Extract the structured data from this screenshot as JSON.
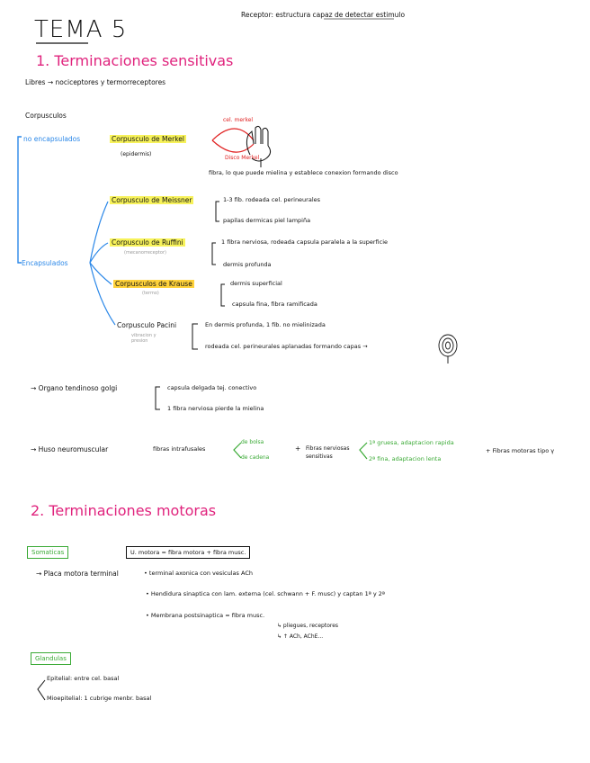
{
  "header": {
    "title": "TEMA 5",
    "top_note": "Receptor: estructura capaz de detectar estimulo"
  },
  "section1": {
    "heading": "1. Terminaciones sensitivas",
    "intro": "Libres → nociceptores y termorreceptores",
    "corpusculos_label": "Corpusculos",
    "no_encapsulados": "no encapsulados",
    "encapsulados": "Encapsulados",
    "merkel": {
      "name": "Corpusculo de Merkel",
      "sub": "(epidermis)",
      "cel_label": "cel. merkel",
      "disco_label": "Disco Merkel",
      "desc": "fibra, lo que puede mielina y establece conexion formando disco"
    },
    "meissner": {
      "name": "Corpusculo de Meissner",
      "line1": "1-3 fib. rodeada cel. perineurales",
      "line2": "papilas dermicas piel lampiña"
    },
    "ruffini": {
      "name": "Corpusculo de Ruffini",
      "sub": "(mecanorreceptor)",
      "line1": "1 fibra nerviosa, rodeada capsula paralela a la superficie",
      "line2": "dermis profunda"
    },
    "krause": {
      "name": "Corpusculos de Krause",
      "sub": "(termo)",
      "line1": "dermis superficial",
      "line2": "capsula fina, fibra ramificada"
    },
    "pacini": {
      "name": "Corpusculo Pacini",
      "sub": "vibracion y presion",
      "line1": "En dermis profunda, 1 fib. no mielinizada",
      "line2": "rodeada cel. perineurales aplanadas formando capas →"
    },
    "golgi": {
      "label": "→ Organo tendinoso golgi",
      "line1": "capsula delgada tej. conectivo",
      "line2": "1 fibra nerviosa pierde la mielina"
    },
    "huso": {
      "label": "→ Huso neuromuscular",
      "fibras": "fibras intrafusales",
      "tipo1": "de bolsa",
      "tipo2": "de cadena",
      "plus": "+",
      "fibras_nerviosas": "Fibras nerviosas sensitivas",
      "prim": "1ª gruesa, adaptacion rapida",
      "sec": "2ª fina, adaptacion lenta",
      "motoras": "+ Fibras motoras tipo γ"
    }
  },
  "section2": {
    "heading": "2. Terminaciones motoras",
    "somaticas": "Somaticas",
    "unidad": "U. motora = fibra motora + fibra musc.",
    "placa": "→ Placa motora terminal",
    "p1": "• terminal axonica con vesiculas ACh",
    "p2": "• Hendidura sinaptica con lam. externa (cel. schwann + F. musc) y captan 1ª y 2ª",
    "p3": "• Membrana postsinaptica = fibra musc.",
    "p3a": "↳ pliegues, receptores",
    "p3b": "↳ ↑ ACh, AChE...",
    "glandulas": "Glandulas",
    "epitelial": "Epitelial: entre cel. basal",
    "mioepitelial": "Mioepitelial: 1 cubrige menbr. basal"
  },
  "colors": {
    "pink": "#e0237d",
    "blue": "#2a87e8",
    "green": "#3aaa35",
    "red": "#e02020",
    "highlight_yellow": "#f7f25a",
    "highlight_orange": "#ffd23a"
  }
}
